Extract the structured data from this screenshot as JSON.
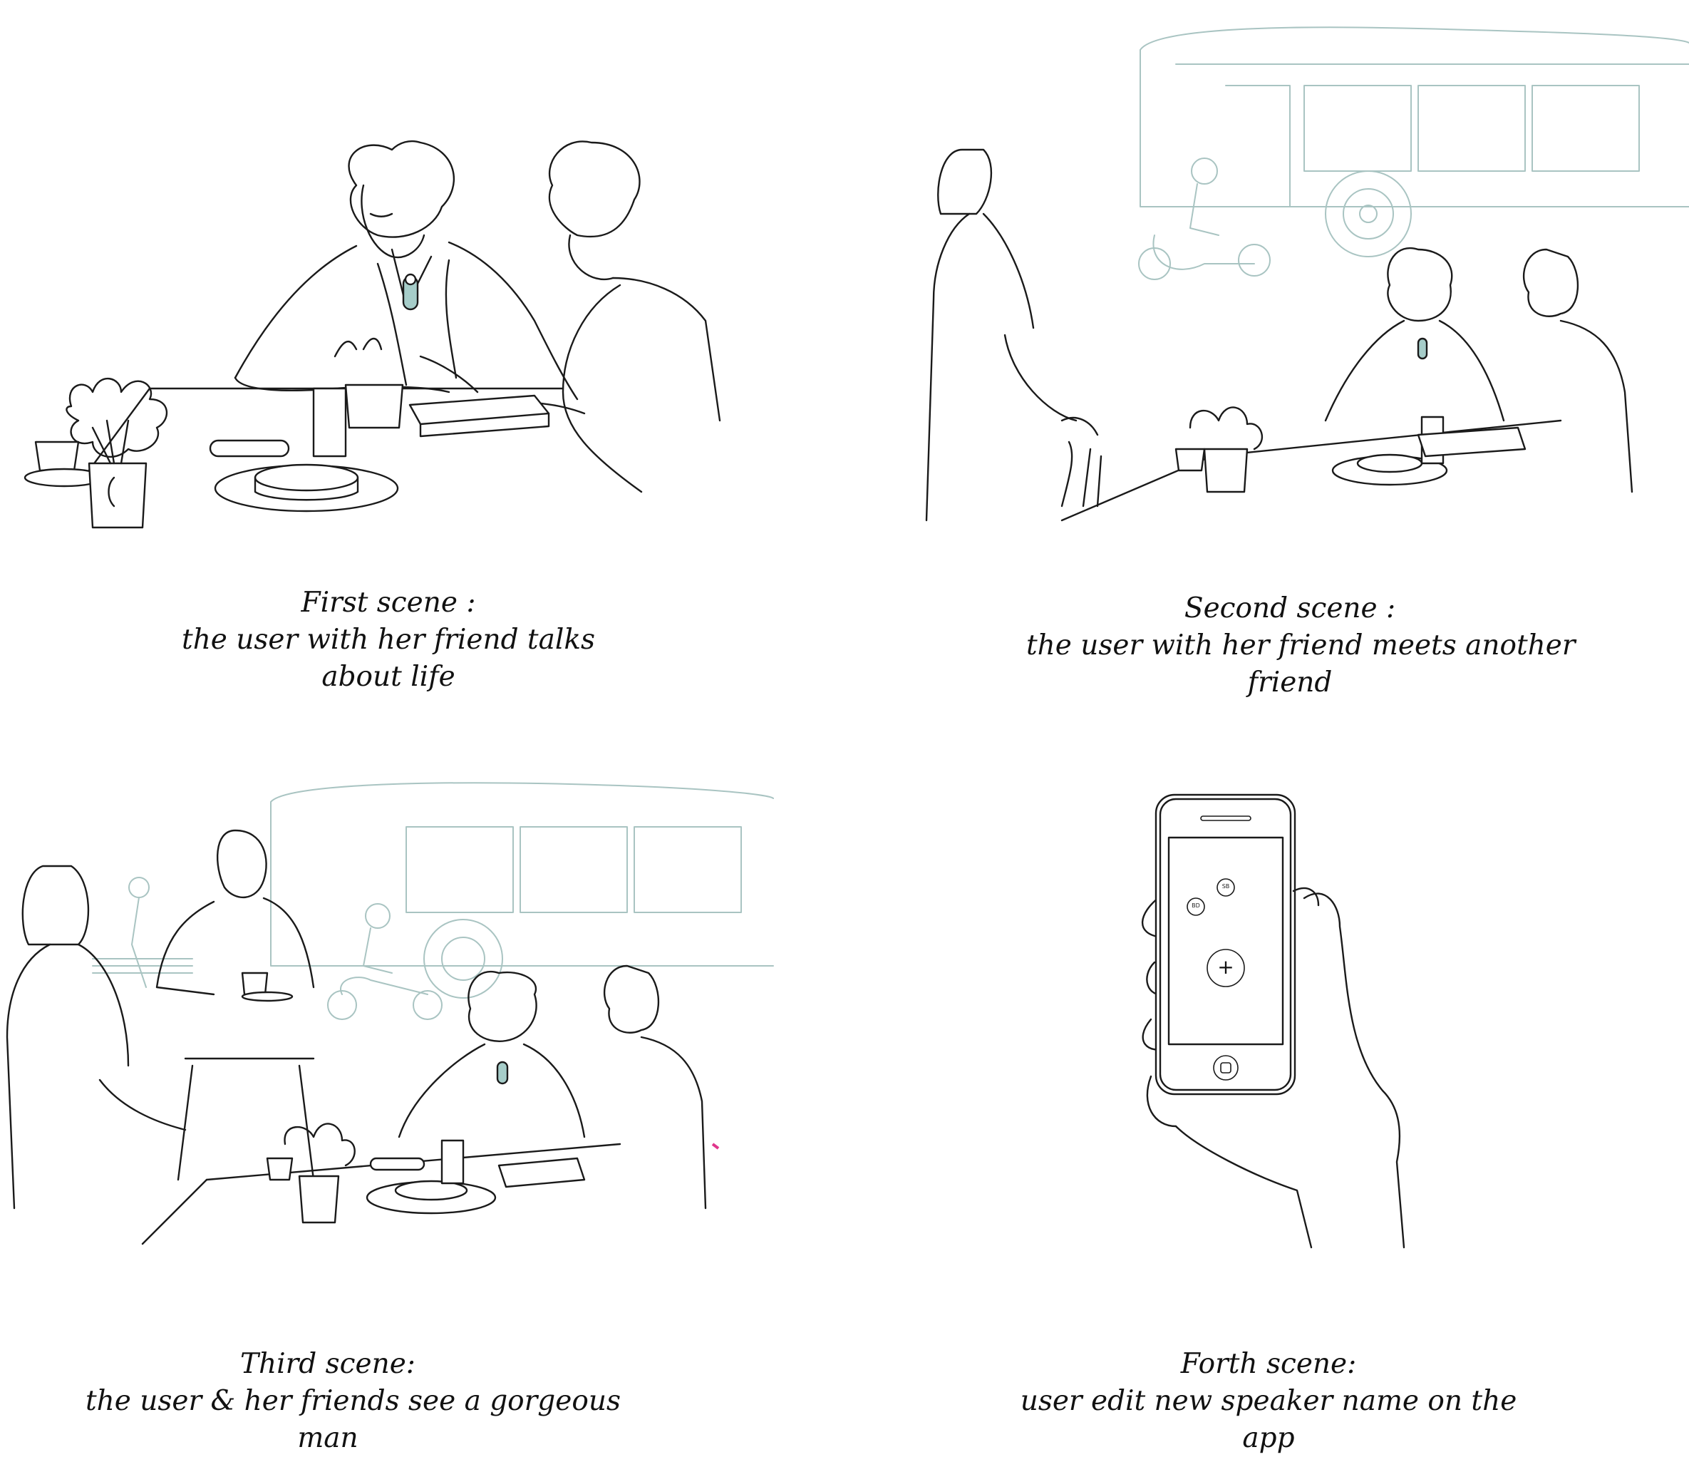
{
  "scenes": [
    {
      "title": "First scene :",
      "lines": [
        "the user with her friend talks",
        "about life"
      ]
    },
    {
      "title": "Second scene :",
      "lines": [
        "the user with her friend meets another",
        "friend"
      ]
    },
    {
      "title": "Third scene:",
      "lines": [
        "the user & her friends see a gorgeous",
        "man"
      ]
    },
    {
      "title": "Forth scene:",
      "lines": [
        "user edit new speaker name on the",
        "app"
      ]
    }
  ],
  "phone": {
    "bubble_1": "SB",
    "bubble_2": "BD",
    "add_symbol": "+"
  },
  "colors": {
    "ink": "#1a1a1a",
    "pendant": "#a6cdc9",
    "background_sketch": "#a9c4c2",
    "accent_mark": "#e0358c"
  }
}
